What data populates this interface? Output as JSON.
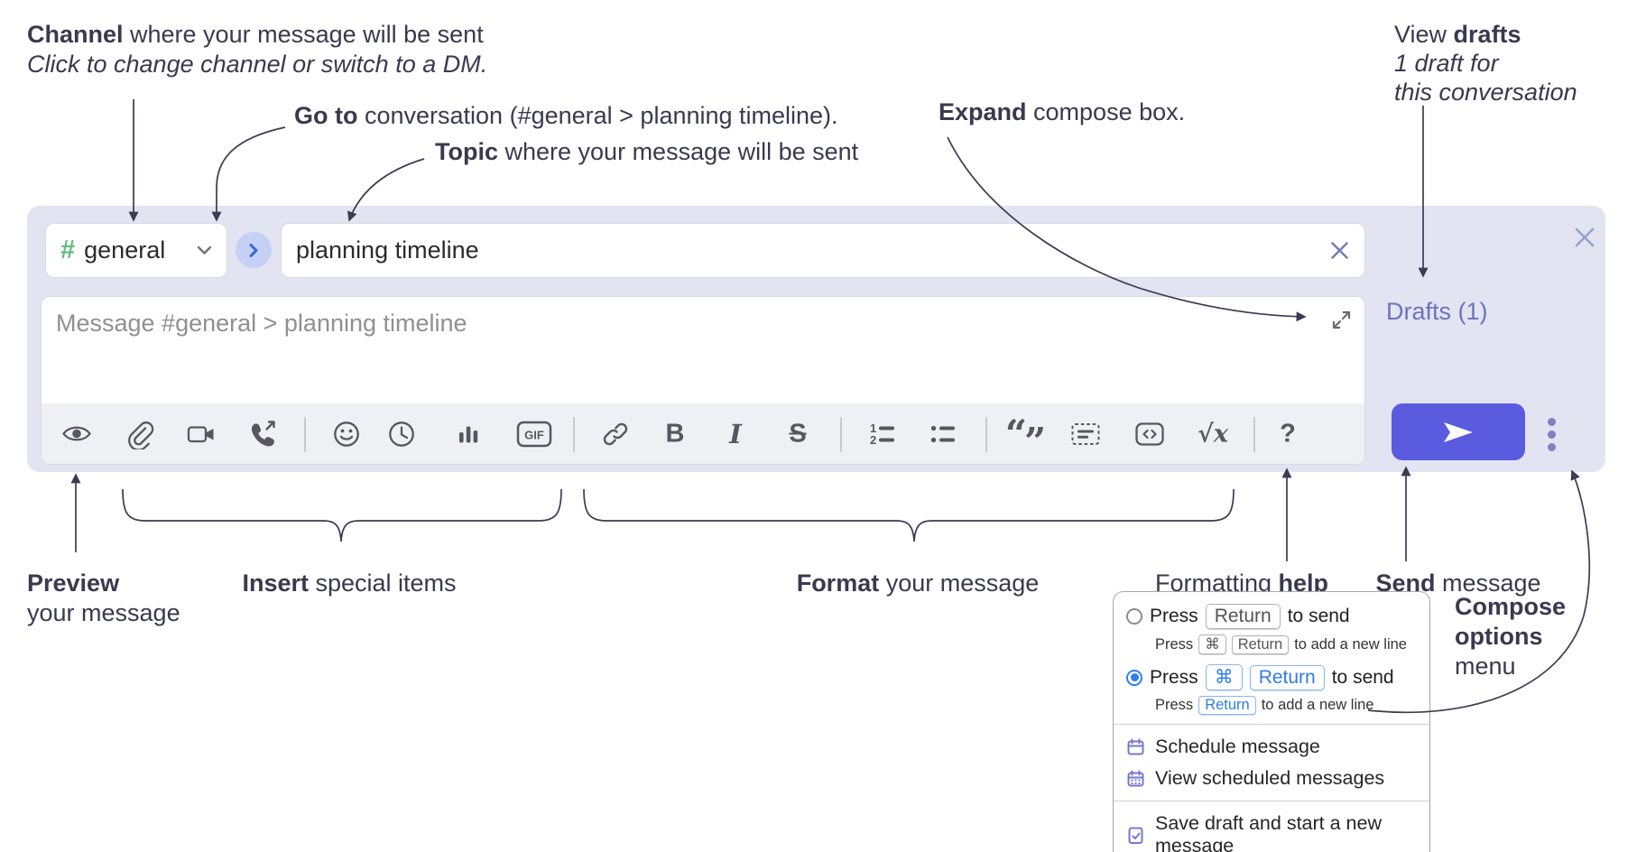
{
  "annotations": {
    "channel_line1_bold": "Channel",
    "channel_line1_rest": " where your message will be sent",
    "channel_line2": "Click to change channel or switch to a DM.",
    "goto_bold": "Go to",
    "goto_rest": " conversation (#general > planning timeline).",
    "topic_bold": "Topic",
    "topic_rest": " where your message will be sent",
    "expand_bold": "Expand",
    "expand_rest": " compose box.",
    "drafts_line1_pre": "View ",
    "drafts_line1_bold": "drafts",
    "drafts_line2": "1 draft for",
    "drafts_line3": "this conversation",
    "preview_bold": "Preview",
    "preview_line2": "your message",
    "insert_bold": "Insert",
    "insert_rest": " special items",
    "format_bold": "Format",
    "format_rest": " your message",
    "help_pre": "Formatting ",
    "help_bold": "help",
    "send_bold": "Send",
    "send_rest": " message",
    "compose_options_line1": "Compose",
    "compose_options_line2": "options",
    "compose_options_line3": "menu"
  },
  "compose": {
    "channel_hash": "#",
    "channel_name": "general",
    "topic_value": "planning timeline",
    "message_placeholder": "Message #general > planning timeline",
    "drafts_link": "Drafts (1)"
  },
  "toolbar": {
    "gif_label": "GIF",
    "bold_label": "B",
    "italic_label": "I",
    "strike_label": "S",
    "quote_open": "“",
    "quote_close": "”",
    "ol_1": "1",
    "ol_2": "2",
    "math_root": "√",
    "math_var": "x",
    "help_label": "?"
  },
  "popup": {
    "opt1_press": "Press",
    "opt1_key": "Return",
    "opt1_suffix": "to send",
    "opt1_sub_press": "Press",
    "opt1_sub_key1": "⌘",
    "opt1_sub_key2": "Return",
    "opt1_sub_suffix": "to add a new line",
    "opt2_press": "Press",
    "opt2_key1": "⌘",
    "opt2_key2": "Return",
    "opt2_suffix": "to send",
    "opt2_sub_press": "Press",
    "opt2_sub_key": "Return",
    "opt2_sub_suffix": "to add a new line",
    "item_schedule": "Schedule message",
    "item_view_scheduled": "View scheduled messages",
    "item_save_draft": "Save draft and start a new message"
  },
  "colors": {
    "compose_bg": "#e2e4f1",
    "send_button": "#5b5be0",
    "drafts_link": "#6e73bb",
    "channel_hash_green": "#62bd7d",
    "radio_selected_blue": "#2f80ed",
    "menu_icon_purple": "#7478ce"
  }
}
